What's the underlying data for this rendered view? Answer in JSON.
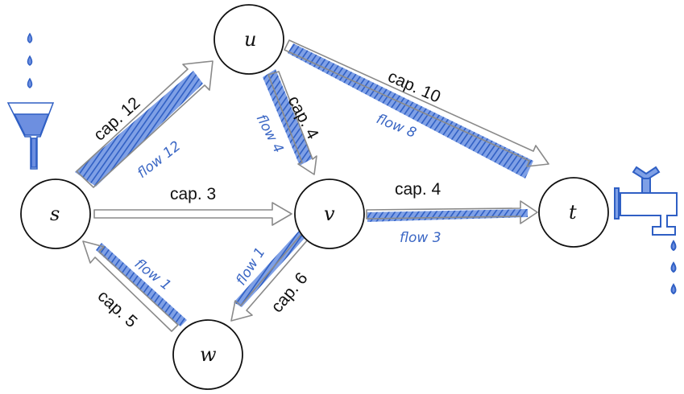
{
  "colors": {
    "flow": "#3f6fd0",
    "arrow": "#8a8a8a",
    "node_stroke": "#111111"
  },
  "nodes": {
    "s": "s",
    "u": "u",
    "v": "v",
    "w": "w",
    "t": "t"
  },
  "edges": {
    "su": {
      "capacity": "cap. 12",
      "flow": "flow 12"
    },
    "uv": {
      "capacity": "cap. 4",
      "flow": "flow 4"
    },
    "ut": {
      "capacity": "cap. 10",
      "flow": "flow 8"
    },
    "sv": {
      "capacity": "cap. 3"
    },
    "vt": {
      "capacity": "cap. 4",
      "flow": "flow 3"
    },
    "vw": {
      "capacity": "cap. 6",
      "flow": "flow 1"
    },
    "ws": {
      "capacity": "cap. 5",
      "flow": "flow 1"
    }
  },
  "icons": {
    "source": "funnel-icon",
    "sink": "faucet-icon"
  }
}
